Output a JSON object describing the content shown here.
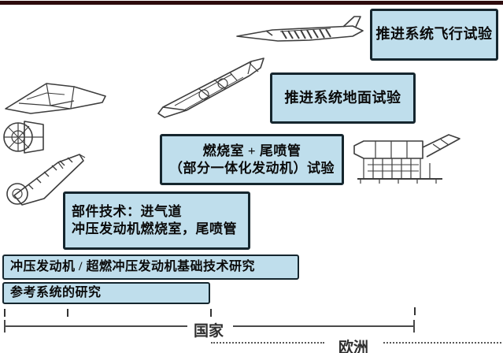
{
  "boxes": {
    "flight_test": {
      "label": "推进系统飞行试验"
    },
    "ground_test": {
      "label": "推进系统地面试验"
    },
    "combustor_test": {
      "lines": [
        "燃烧室 + 尾喷管",
        "（部分一体化发动机）试验"
      ]
    },
    "component_tech": {
      "lines": [
        "部件技术：进气道",
        "冲压发动机燃烧室，尾喷管"
      ]
    },
    "basic_research": {
      "label": "冲压发动机 / 超燃冲压发动机基础技术研究"
    },
    "reference_system": {
      "label": "参考系统的研究"
    }
  },
  "timeline": {
    "national_label": "国家",
    "europe_label": "欧洲"
  },
  "colors": {
    "box_fill": "#bfdeec",
    "box_border": "#15262e",
    "line": "#4a4a4a",
    "top_bar": "#2d0b0d",
    "drawing": "#3d3d3d"
  },
  "illustrations": [
    {
      "name": "flight-vehicle-drawing"
    },
    {
      "name": "lifting-body-drawing"
    },
    {
      "name": "wedge-vehicle-drawing"
    },
    {
      "name": "engine-front-view-drawing"
    },
    {
      "name": "engine-module-drawing"
    },
    {
      "name": "ground-test-rig-drawing"
    }
  ]
}
